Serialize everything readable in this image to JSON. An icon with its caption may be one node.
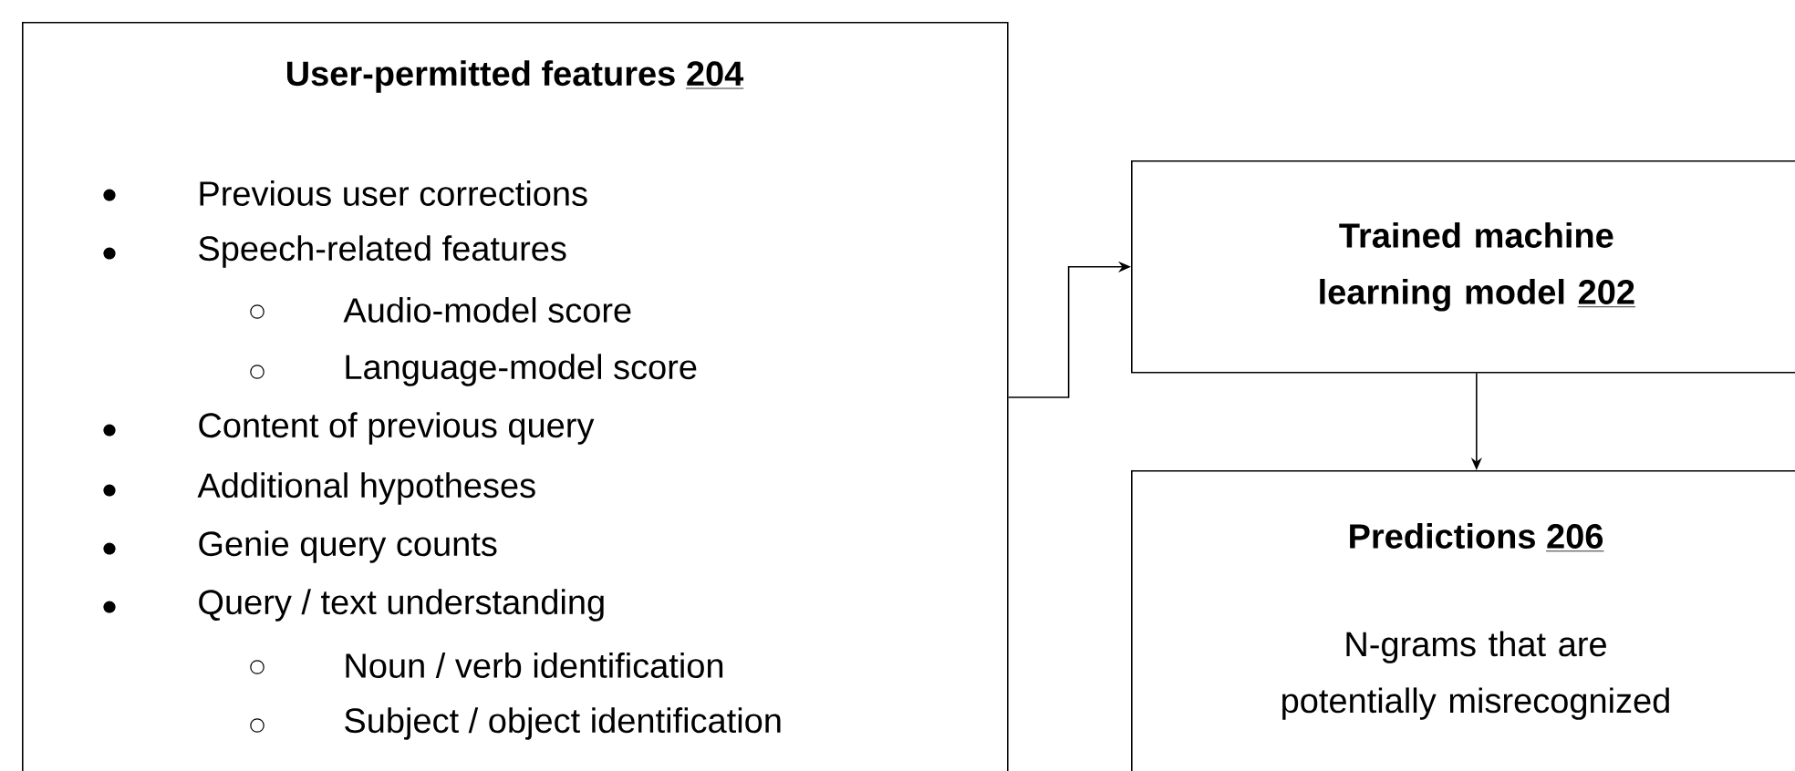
{
  "diagram": {
    "nodes": [
      {
        "text": [
          "User-permitted features",
          "204",
          "Previous user corrections",
          "Speech-related features",
          "Audio-model score",
          "Language-model score",
          "Content of previous query",
          "Additional hypotheses",
          "Genie query counts",
          "Query / text understanding",
          "Noun / verb identification",
          "Subject / object identification"
        ]
      },
      {
        "text": [
          "Trained machine learning model",
          "202"
        ]
      },
      {
        "text": [
          "Predictions",
          "206",
          "N-grams that are potentially misrecognized"
        ]
      }
    ],
    "edges": [
      {
        "from": 0,
        "to": 1,
        "arrow": "to"
      },
      {
        "from": 1,
        "to": 2,
        "arrow": "to"
      }
    ]
  }
}
